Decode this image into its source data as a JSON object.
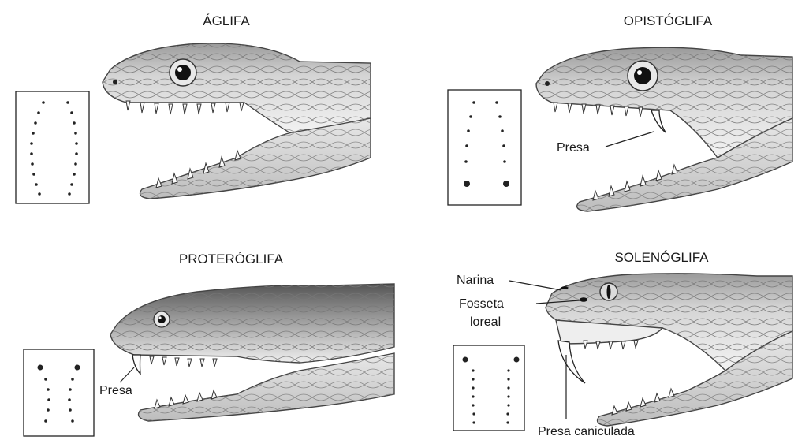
{
  "panels": {
    "aglifa": {
      "title": "ÁGLIFA"
    },
    "opistoglifa": {
      "title": "OPISTÓGLIFA",
      "fang_label": "Presa"
    },
    "proteroglifa": {
      "title": "PROTERÓGLIFA",
      "fang_label": "Presa"
    },
    "solenoglifa": {
      "title": "SOLENÓGLIFA",
      "nostril_label": "Narina",
      "pit_label_line1": "Fosseta",
      "pit_label_line2": "loreal",
      "fang_label": "Presa caniculada"
    }
  },
  "colors": {
    "ink": "#1a1a1a",
    "head_light": "#f2f2f2",
    "head_mid": "#c9c9c9",
    "head_dark": "#6e6e6e",
    "mouth": "#e6e6e6"
  },
  "icons": [
    "snake-head-illustration",
    "dentition-diagram",
    "eye-icon"
  ]
}
